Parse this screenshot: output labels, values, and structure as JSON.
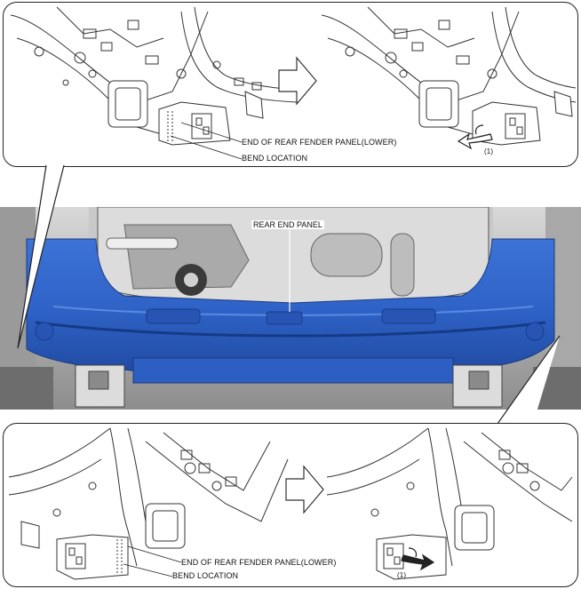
{
  "labels": {
    "end_of_rear_fender_panel_lower": "END OF REAR FENDER PANEL(LOWER)",
    "bend_location": "BEND LOCATION",
    "rear_end_panel": "REAR END PANEL",
    "step_marker": "(1)"
  },
  "colors": {
    "highlight_panel": "#2f63c8",
    "arrow_fill": "#ffffff",
    "line": "#222222"
  },
  "icons": [
    "right-arrow-icon",
    "bend-arrow-icon"
  ]
}
